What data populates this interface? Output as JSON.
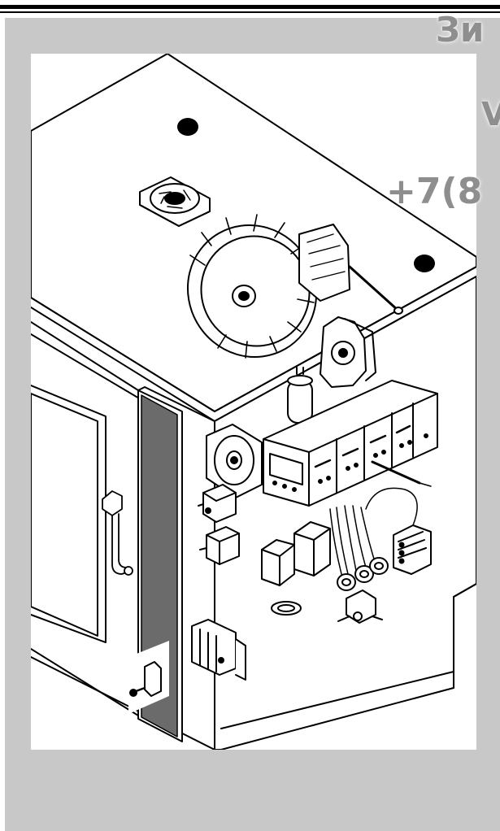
{
  "watermark": {
    "line1": "Зи",
    "line2": "V",
    "line3": "+7(8"
  },
  "colors": {
    "panel": "#c8c8c8",
    "line": "#000000",
    "door_strip": "#6b6b6b",
    "watermark": "#8e8e8e"
  },
  "icons": [
    "oven-housing",
    "cooling-fan-icon",
    "convection-fan-wheel-icon",
    "fan-motor-icon",
    "capacitor-icon",
    "contactor-block-icon",
    "micro-switch-icon",
    "relay-icon",
    "transformer-icon",
    "ferrite-core-icon",
    "terminal-block-icon",
    "door-switch-icon",
    "solenoid-valve-icon",
    "door-handle-icon",
    "temperature-probe-icon"
  ]
}
